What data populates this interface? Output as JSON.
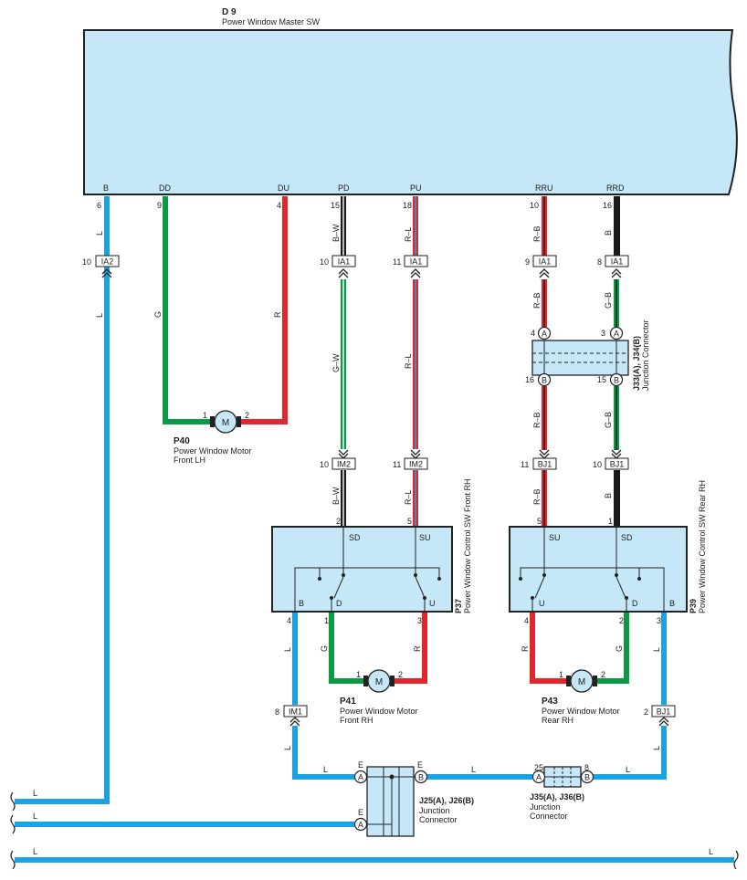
{
  "components": {
    "master_sw": {
      "code": "D 9",
      "name": "Power Window Master SW",
      "pins": {
        "B": "B",
        "DD": "DD",
        "DU": "DU",
        "PD": "PD",
        "PU": "PU",
        "RRU": "RRU",
        "RRD": "RRD"
      }
    },
    "p40": {
      "code": "P40",
      "name": "Power Window Motor",
      "sub": "Front LH"
    },
    "p41": {
      "code": "P41",
      "name": "Power Window Motor",
      "sub": "Front RH"
    },
    "p43": {
      "code": "P43",
      "name": "Power Window Motor",
      "sub": "Rear RH"
    },
    "p37": {
      "code": "P37",
      "name": "Power Window Control SW Front RH",
      "pins": {
        "SD": "SD",
        "SU": "SU",
        "B": "B",
        "D": "D",
        "U": "U"
      }
    },
    "p39": {
      "code": "P39",
      "name": "Power Window Control SW Rear RH",
      "pins": {
        "SU": "SU",
        "SD": "SD",
        "B": "B",
        "D": "D",
        "U": "U"
      }
    },
    "j33": {
      "code": "J33(A), J34(B)",
      "name": "Junction Connector"
    },
    "j25": {
      "code": "J25(A), J26(B)",
      "name1": "Junction",
      "name2": "Connector"
    },
    "j35": {
      "code": "J35(A), J36(B)",
      "name1": "Junction",
      "name2": "Connector"
    },
    "motor_symbol": "M"
  },
  "connectors": {
    "ia2": "IA2",
    "ia1": "IA1",
    "im2": "IM2",
    "bj1": "BJ1",
    "im1": "IM1",
    "a": "A",
    "b": "B",
    "e": "E"
  },
  "pin_numbers": {
    "n1": "1",
    "n2": "2",
    "n3": "3",
    "n4": "4",
    "n5": "5",
    "n6": "6",
    "n8": "8",
    "n9": "9",
    "n10": "10",
    "n11": "11",
    "n15": "15",
    "n16": "16",
    "n18": "18",
    "n25": "25"
  },
  "wire_colors": {
    "L": "L",
    "G": "G",
    "R": "R",
    "BW": "B–W",
    "GW": "G–W",
    "RL": "R–L",
    "RB": "R–B",
    "GB": "G–B",
    "B": "B"
  },
  "palette": {
    "blue": "#1aa3e3",
    "green": "#0a9a45",
    "red": "#e3262c",
    "black": "#1a1a1a",
    "fill": "#c6e7f8",
    "white": "#ffffff"
  }
}
